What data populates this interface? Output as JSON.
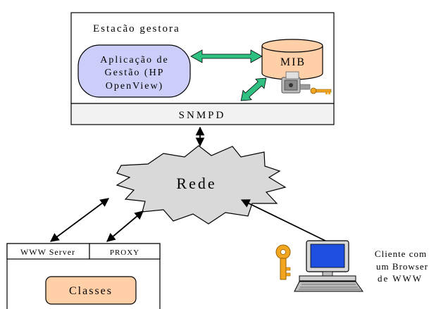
{
  "manager_station": {
    "title": "Estacão gestora",
    "app_lines": [
      "Aplicação de",
      "Gestão (HP",
      "OpenView)"
    ],
    "mib_label": "MIB",
    "snmpd_label": "SNMPD"
  },
  "network": {
    "label": "Rede"
  },
  "server_box": {
    "www_label": "WWW Server",
    "proxy_label": "PROXY",
    "classes_label": "Classes"
  },
  "client": {
    "lines": [
      "Cliente com",
      "um Browser",
      "de WWW"
    ]
  },
  "colors": {
    "app_fill": "#cccdf8",
    "mib_fill": "#ffd0a8",
    "classes_fill": "#ffd0a8",
    "snmpd_fill": "#f2f2f2",
    "cloud_fill": "#d9d9d9",
    "green_arrow": "#2fbf80",
    "key_gold": "#f2a61f",
    "monitor_blue": "#1f4fe0"
  }
}
